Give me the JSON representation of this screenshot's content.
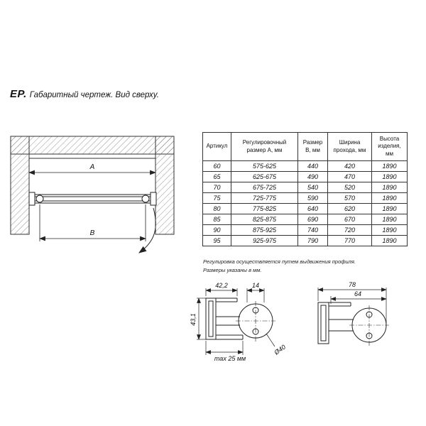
{
  "title": {
    "prefix": "EP.",
    "text": "Габаритный чертеж. Вид сверху."
  },
  "drawing": {
    "dim_a": "A",
    "dim_b": "B"
  },
  "table": {
    "headers": [
      "Артикул",
      "Регулировочный размер А, мм",
      "Размер В, мм",
      "Ширина прохода, мм",
      "Высота изделия, мм"
    ],
    "rows": [
      [
        "60",
        "575-625",
        "440",
        "420",
        "1890"
      ],
      [
        "65",
        "625-675",
        "490",
        "470",
        "1890"
      ],
      [
        "70",
        "675-725",
        "540",
        "520",
        "1890"
      ],
      [
        "75",
        "725-775",
        "590",
        "570",
        "1890"
      ],
      [
        "80",
        "775-825",
        "640",
        "620",
        "1890"
      ],
      [
        "85",
        "825-875",
        "690",
        "670",
        "1890"
      ],
      [
        "90",
        "875-925",
        "740",
        "720",
        "1890"
      ],
      [
        "95",
        "925-975",
        "790",
        "770",
        "1890"
      ]
    ]
  },
  "notes": {
    "line1": "Регулировка осуществляется путем выдвижения профиля.",
    "line2": "Размеры указаны в мм."
  },
  "detail_left": {
    "dim_width": "42,2",
    "dim_bracket": "14",
    "dim_height": "43,1",
    "dim_max": "max 25 мм",
    "dim_diameter": "Ø40"
  },
  "detail_right": {
    "dim_outer": "78",
    "dim_inner": "64"
  }
}
